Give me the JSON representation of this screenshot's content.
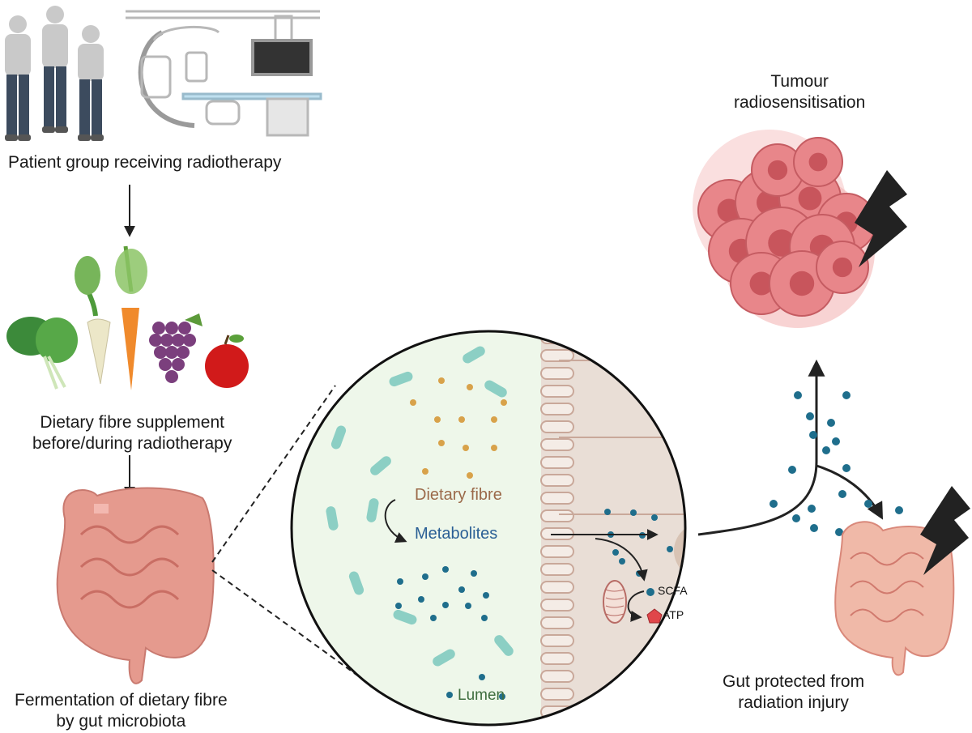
{
  "labels": {
    "patients": "Patient group receiving radiotherapy",
    "fibre_line1": "Dietary fibre supplement",
    "fibre_line2": "before/during radiotherapy",
    "fermentation_line1": "Fermentation of dietary fibre",
    "fermentation_line2": "by gut microbiota",
    "tumour_line1": "Tumour",
    "tumour_line2": "radiosensitisation",
    "protected_line1": "Gut protected from",
    "protected_line2": "radiation injury"
  },
  "zoom": {
    "dietary_fibre": "Dietary fibre",
    "metabolites": "Metabolites",
    "lumen": "Lumen",
    "scfa": "SCFA",
    "atp": "ATP"
  },
  "colors": {
    "fibre_text": "#9b6a4a",
    "metabolite_text": "#2a5f95",
    "lumen_text": "#3f6e3f",
    "fibre_dot": "#d8a24a",
    "metabolite_dot": "#1f6e8c",
    "bacteria": "#8ccfc4",
    "gut": "#e59a8e",
    "tumour": "#e8868a",
    "lightning": "#222222",
    "atp_pentagon": "#e0464a"
  }
}
